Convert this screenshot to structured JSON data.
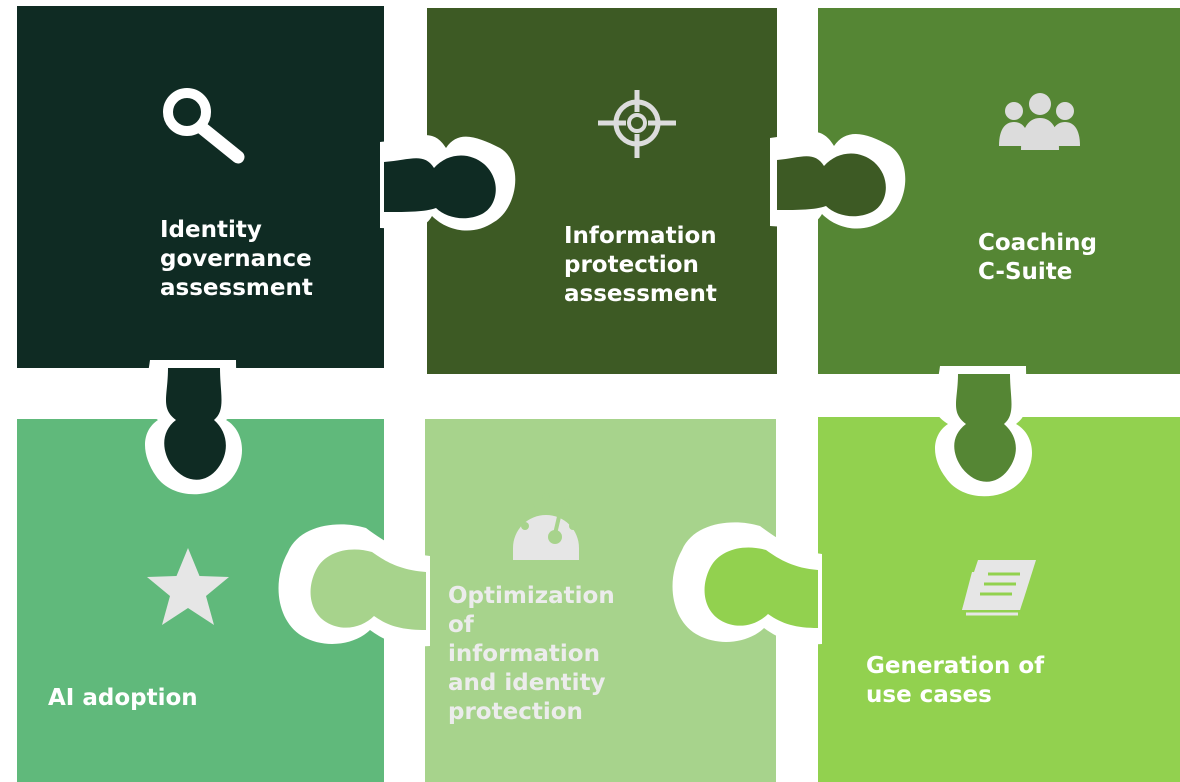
{
  "colors": {
    "background": "#ffffff",
    "piece_1": "#0f2b23",
    "piece_2": "#3d5a24",
    "piece_3": "#558634",
    "piece_4": "#60b97b",
    "piece_5": "#a7d38c",
    "piece_6": "#92d14f",
    "label_light": "#ffffff",
    "label_pale": "#e6e6e6",
    "icon_light": "#dcdcdc"
  },
  "pieces": [
    {
      "label": "Identity\ngovernance\nassessment",
      "icon": "magnifying-glass-icon"
    },
    {
      "label": "Information\nprotection\nassessment",
      "icon": "crosshair-target-icon"
    },
    {
      "label": "Coaching\nC-Suite",
      "icon": "people-group-icon"
    },
    {
      "label": "AI adoption",
      "icon": "star-icon"
    },
    {
      "label": "Optimization\nof\ninformation\nand identity\nprotection",
      "icon": "speedometer-gauge-icon"
    },
    {
      "label": "Generation of\nuse cases",
      "icon": "book-icon"
    }
  ]
}
